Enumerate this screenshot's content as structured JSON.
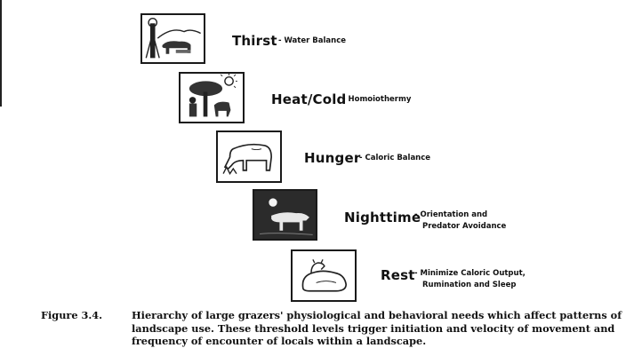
{
  "levels": [
    {
      "need": "Thirst",
      "description": "- Water Balance",
      "icon": "water-tower-cow-icon"
    },
    {
      "need": "Heat/Cold",
      "description": "- Homoiothermy",
      "icon": "tree-sun-animals-icon"
    },
    {
      "need": "Hunger",
      "description": "- Caloric Balance",
      "icon": "grazing-cow-icon"
    },
    {
      "need": "Nighttime",
      "description_lines": [
        "- Orientation and",
        "Predator Avoidance"
      ],
      "icon": "moon-cow-icon"
    },
    {
      "need": "Rest",
      "description_lines": [
        "- Minimize Caloric Output,",
        "Rumination and Sleep"
      ],
      "icon": "resting-cow-icon"
    }
  ],
  "caption": {
    "label": "Figure 3.4.",
    "text": "Hierarchy of large grazers' physiological and behavioral needs which affect patterns of landscape use. These threshold levels trigger initiation and velocity of movement and frequency of encounter of locals within a landscape."
  }
}
